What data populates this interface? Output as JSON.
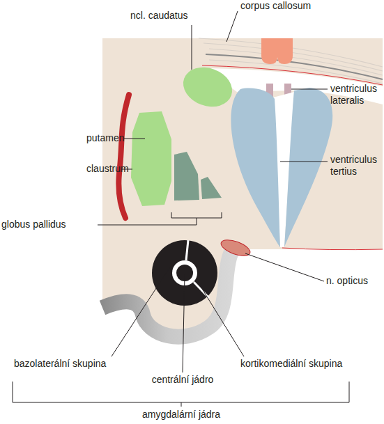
{
  "diagram": {
    "labels": [
      "corpus callosum",
      "ncl. caudatus",
      "ventriculus lateralis",
      "putamen",
      "claustrum",
      "ventriculus tertius",
      "globus pallidus",
      "n. opticus",
      "bazolaterální skupina",
      "centrální jádro",
      "kortikomediální skupina",
      "amygdalární jádra"
    ]
  }
}
